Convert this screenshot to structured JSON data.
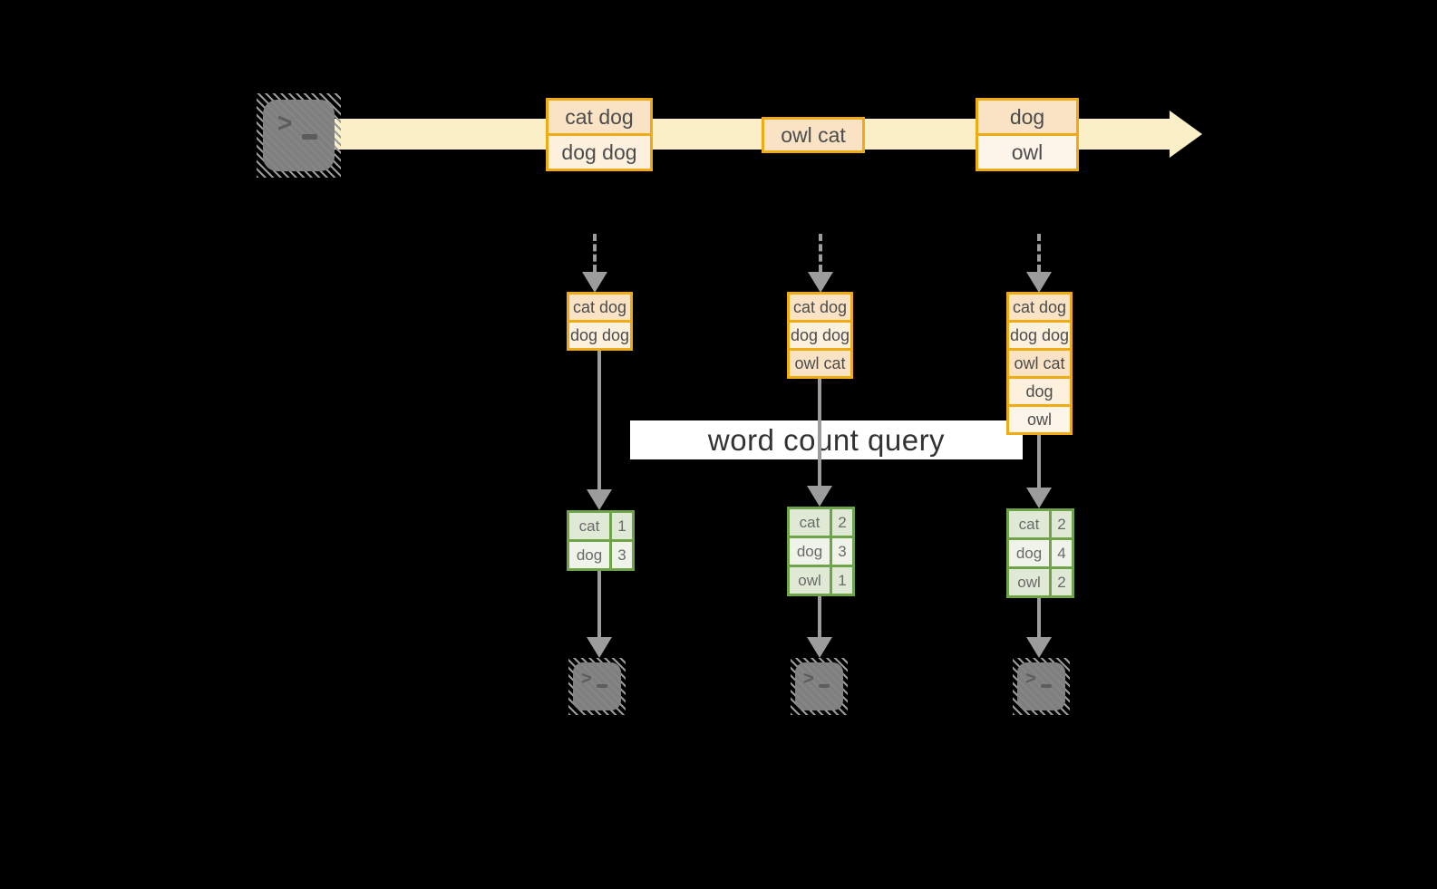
{
  "diagram": {
    "query_label": "word count query",
    "stream_messages": [
      {
        "lines": [
          "cat dog",
          "dog dog"
        ]
      },
      {
        "lines": [
          "owl cat"
        ]
      },
      {
        "lines": [
          "dog",
          "owl"
        ]
      }
    ],
    "operator_buffers": [
      {
        "lines": [
          "cat dog",
          "dog dog"
        ]
      },
      {
        "lines": [
          "cat dog",
          "dog dog",
          "owl cat"
        ]
      },
      {
        "lines": [
          "cat dog",
          "dog dog",
          "owl cat",
          "dog",
          "owl"
        ]
      }
    ],
    "count_tables": [
      {
        "rows": [
          {
            "word": "cat",
            "count": "1"
          },
          {
            "word": "dog",
            "count": "3"
          }
        ]
      },
      {
        "rows": [
          {
            "word": "cat",
            "count": "2"
          },
          {
            "word": "dog",
            "count": "3"
          },
          {
            "word": "owl",
            "count": "1"
          }
        ]
      },
      {
        "rows": [
          {
            "word": "cat",
            "count": "2"
          },
          {
            "word": "dog",
            "count": "4"
          },
          {
            "word": "owl",
            "count": "2"
          }
        ]
      }
    ]
  },
  "icons": {
    "prompt_chevron": ">"
  },
  "colors": {
    "background": "#000000",
    "stream_band": "#FAEFC7",
    "box_border": "#EFAB13",
    "box_fill_dark": "#FAE3C5",
    "box_fill_light": "#FDF1DE",
    "table_border": "#6FA548",
    "table_fill_dark": "#DFE9D6",
    "table_fill_light": "#EFF3EA",
    "arrow_gray": "#9C9C9C",
    "terminal_gray": "#7F7F7F",
    "banner_bg": "#FFFFFF",
    "banner_text": "#333333"
  }
}
